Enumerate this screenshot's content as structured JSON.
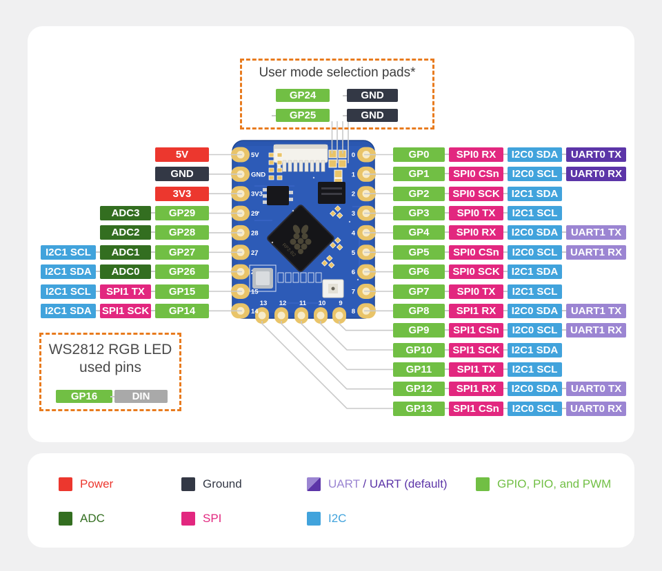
{
  "user_mode_box": {
    "title": "User mode selection pads*",
    "rows": [
      {
        "left": {
          "text": "GP24",
          "type": "gpio"
        },
        "right": {
          "text": "GND",
          "type": "ground"
        }
      },
      {
        "left": {
          "text": "GP25",
          "type": "gpio"
        },
        "right": {
          "text": "GND",
          "type": "ground"
        }
      }
    ]
  },
  "pin_rows": {
    "left": [
      [
        {
          "text": "5V",
          "type": "power"
        }
      ],
      [
        {
          "text": "GND",
          "type": "ground"
        }
      ],
      [
        {
          "text": "3V3",
          "type": "power"
        }
      ],
      [
        {
          "text": "ADC3",
          "type": "adc"
        },
        {
          "text": "GP29",
          "type": "gpio"
        }
      ],
      [
        {
          "text": "ADC2",
          "type": "adc"
        },
        {
          "text": "GP28",
          "type": "gpio"
        }
      ],
      [
        {
          "text": "I2C1 SCL",
          "type": "i2c"
        },
        {
          "text": "ADC1",
          "type": "adc"
        },
        {
          "text": "GP27",
          "type": "gpio"
        }
      ],
      [
        {
          "text": "I2C1 SDA",
          "type": "i2c"
        },
        {
          "text": "ADC0",
          "type": "adc"
        },
        {
          "text": "GP26",
          "type": "gpio"
        }
      ],
      [
        {
          "text": "I2C1 SCL",
          "type": "i2c"
        },
        {
          "text": "SPI1 TX",
          "type": "spi"
        },
        {
          "text": "GP15",
          "type": "gpio"
        }
      ],
      [
        {
          "text": "I2C1 SDA",
          "type": "i2c"
        },
        {
          "text": "SPI1 SCK",
          "type": "spi"
        },
        {
          "text": "GP14",
          "type": "gpio"
        }
      ]
    ],
    "right": [
      [
        {
          "text": "GP0",
          "type": "gpio"
        },
        {
          "text": "SPI0 RX",
          "type": "spi"
        },
        {
          "text": "I2C0 SDA",
          "type": "i2c"
        },
        {
          "text": "UART0 TX",
          "type": "uart_default"
        }
      ],
      [
        {
          "text": "GP1",
          "type": "gpio"
        },
        {
          "text": "SPI0 CSn",
          "type": "spi"
        },
        {
          "text": "I2C0 SCL",
          "type": "i2c"
        },
        {
          "text": "UART0 RX",
          "type": "uart_default"
        }
      ],
      [
        {
          "text": "GP2",
          "type": "gpio"
        },
        {
          "text": "SPI0 SCK",
          "type": "spi"
        },
        {
          "text": "I2C1 SDA",
          "type": "i2c"
        }
      ],
      [
        {
          "text": "GP3",
          "type": "gpio"
        },
        {
          "text": "SPI0 TX",
          "type": "spi"
        },
        {
          "text": "I2C1 SCL",
          "type": "i2c"
        }
      ],
      [
        {
          "text": "GP4",
          "type": "gpio"
        },
        {
          "text": "SPI0 RX",
          "type": "spi"
        },
        {
          "text": "I2C0 SDA",
          "type": "i2c"
        },
        {
          "text": "UART1 TX",
          "type": "uart"
        }
      ],
      [
        {
          "text": "GP5",
          "type": "gpio"
        },
        {
          "text": "SPI0 CSn",
          "type": "spi"
        },
        {
          "text": "I2C0 SCL",
          "type": "i2c"
        },
        {
          "text": "UART1 RX",
          "type": "uart"
        }
      ],
      [
        {
          "text": "GP6",
          "type": "gpio"
        },
        {
          "text": "SPI0 SCK",
          "type": "spi"
        },
        {
          "text": "I2C1 SDA",
          "type": "i2c"
        }
      ],
      [
        {
          "text": "GP7",
          "type": "gpio"
        },
        {
          "text": "SPI0 TX",
          "type": "spi"
        },
        {
          "text": "I2C1 SCL",
          "type": "i2c"
        }
      ],
      [
        {
          "text": "GP8",
          "type": "gpio"
        },
        {
          "text": "SPI1 RX",
          "type": "spi"
        },
        {
          "text": "I2C0 SDA",
          "type": "i2c"
        },
        {
          "text": "UART1 TX",
          "type": "uart"
        }
      ],
      [
        {
          "text": "GP9",
          "type": "gpio"
        },
        {
          "text": "SPI1 CSn",
          "type": "spi"
        },
        {
          "text": "I2C0 SCL",
          "type": "i2c"
        },
        {
          "text": "UART1 RX",
          "type": "uart"
        }
      ],
      [
        {
          "text": "GP10",
          "type": "gpio"
        },
        {
          "text": "SPI1 SCK",
          "type": "spi"
        },
        {
          "text": "I2C1 SDA",
          "type": "i2c"
        }
      ],
      [
        {
          "text": "GP11",
          "type": "gpio"
        },
        {
          "text": "SPI1 TX",
          "type": "spi"
        },
        {
          "text": "I2C1 SCL",
          "type": "i2c"
        }
      ],
      [
        {
          "text": "GP12",
          "type": "gpio"
        },
        {
          "text": "SPI1 RX",
          "type": "spi"
        },
        {
          "text": "I2C0 SDA",
          "type": "i2c"
        },
        {
          "text": "UART0 TX",
          "type": "uart"
        }
      ],
      [
        {
          "text": "GP13",
          "type": "gpio"
        },
        {
          "text": "SPI1 CSn",
          "type": "spi"
        },
        {
          "text": "I2C0 SCL",
          "type": "i2c"
        },
        {
          "text": "UART0 RX",
          "type": "uart"
        }
      ]
    ]
  },
  "board": {
    "left_pin_labels": [
      "5V",
      "GND",
      "3V3",
      "29",
      "28",
      "27",
      "26",
      "15",
      "14"
    ],
    "right_pin_labels": [
      "0",
      "1",
      "2",
      "3",
      "4",
      "5",
      "6",
      "7",
      "8"
    ],
    "bottom_pin_labels": [
      "13",
      "12",
      "11",
      "10",
      "9"
    ],
    "chip_marking": "RP2-B2"
  },
  "ws2812_box": {
    "title_line1": "WS2812 RGB LED",
    "title_line2": "used pins",
    "pins": [
      {
        "text": "GP16",
        "type": "gpio"
      },
      {
        "text": "DIN",
        "type": "din"
      }
    ]
  },
  "legend": {
    "rows": [
      [
        {
          "name": "power",
          "swatch": "power",
          "parts": [
            {
              "text": "Power",
              "color": "power"
            }
          ]
        },
        {
          "name": "ground",
          "swatch": "ground",
          "parts": [
            {
              "text": "Ground",
              "color": "ground"
            }
          ]
        },
        {
          "name": "uart",
          "swatch": "uart_split",
          "parts": [
            {
              "text": "UART",
              "color": "uart"
            },
            {
              "text": " / ",
              "color": "uart_default"
            },
            {
              "text": "UART (default)",
              "color": "uart_default"
            }
          ]
        },
        {
          "name": "gpio",
          "swatch": "gpio",
          "parts": [
            {
              "text": "GPIO, PIO, and PWM",
              "color": "gpio"
            }
          ]
        }
      ],
      [
        {
          "name": "adc",
          "swatch": "adc",
          "parts": [
            {
              "text": "ADC",
              "color": "adc"
            }
          ]
        },
        {
          "name": "spi",
          "swatch": "spi",
          "parts": [
            {
              "text": "SPI",
              "color": "spi"
            }
          ]
        },
        {
          "name": "i2c",
          "swatch": "i2c",
          "parts": [
            {
              "text": "I2C",
              "color": "i2c"
            }
          ]
        }
      ]
    ]
  },
  "colors": {
    "page": "#f0f0f1",
    "accent": "#e87b1e",
    "line": "#c9c9c9",
    "power": "#ec372e",
    "ground": "#333845",
    "gpio": "#71bf44",
    "adc": "#336e20",
    "spi": "#e2277f",
    "i2c": "#41a3dc",
    "uart": "#9b85d2",
    "uart_default": "#5c35a8",
    "din": "#a9a9a9",
    "board": "#2a57b0",
    "pad": "#e9c469"
  }
}
